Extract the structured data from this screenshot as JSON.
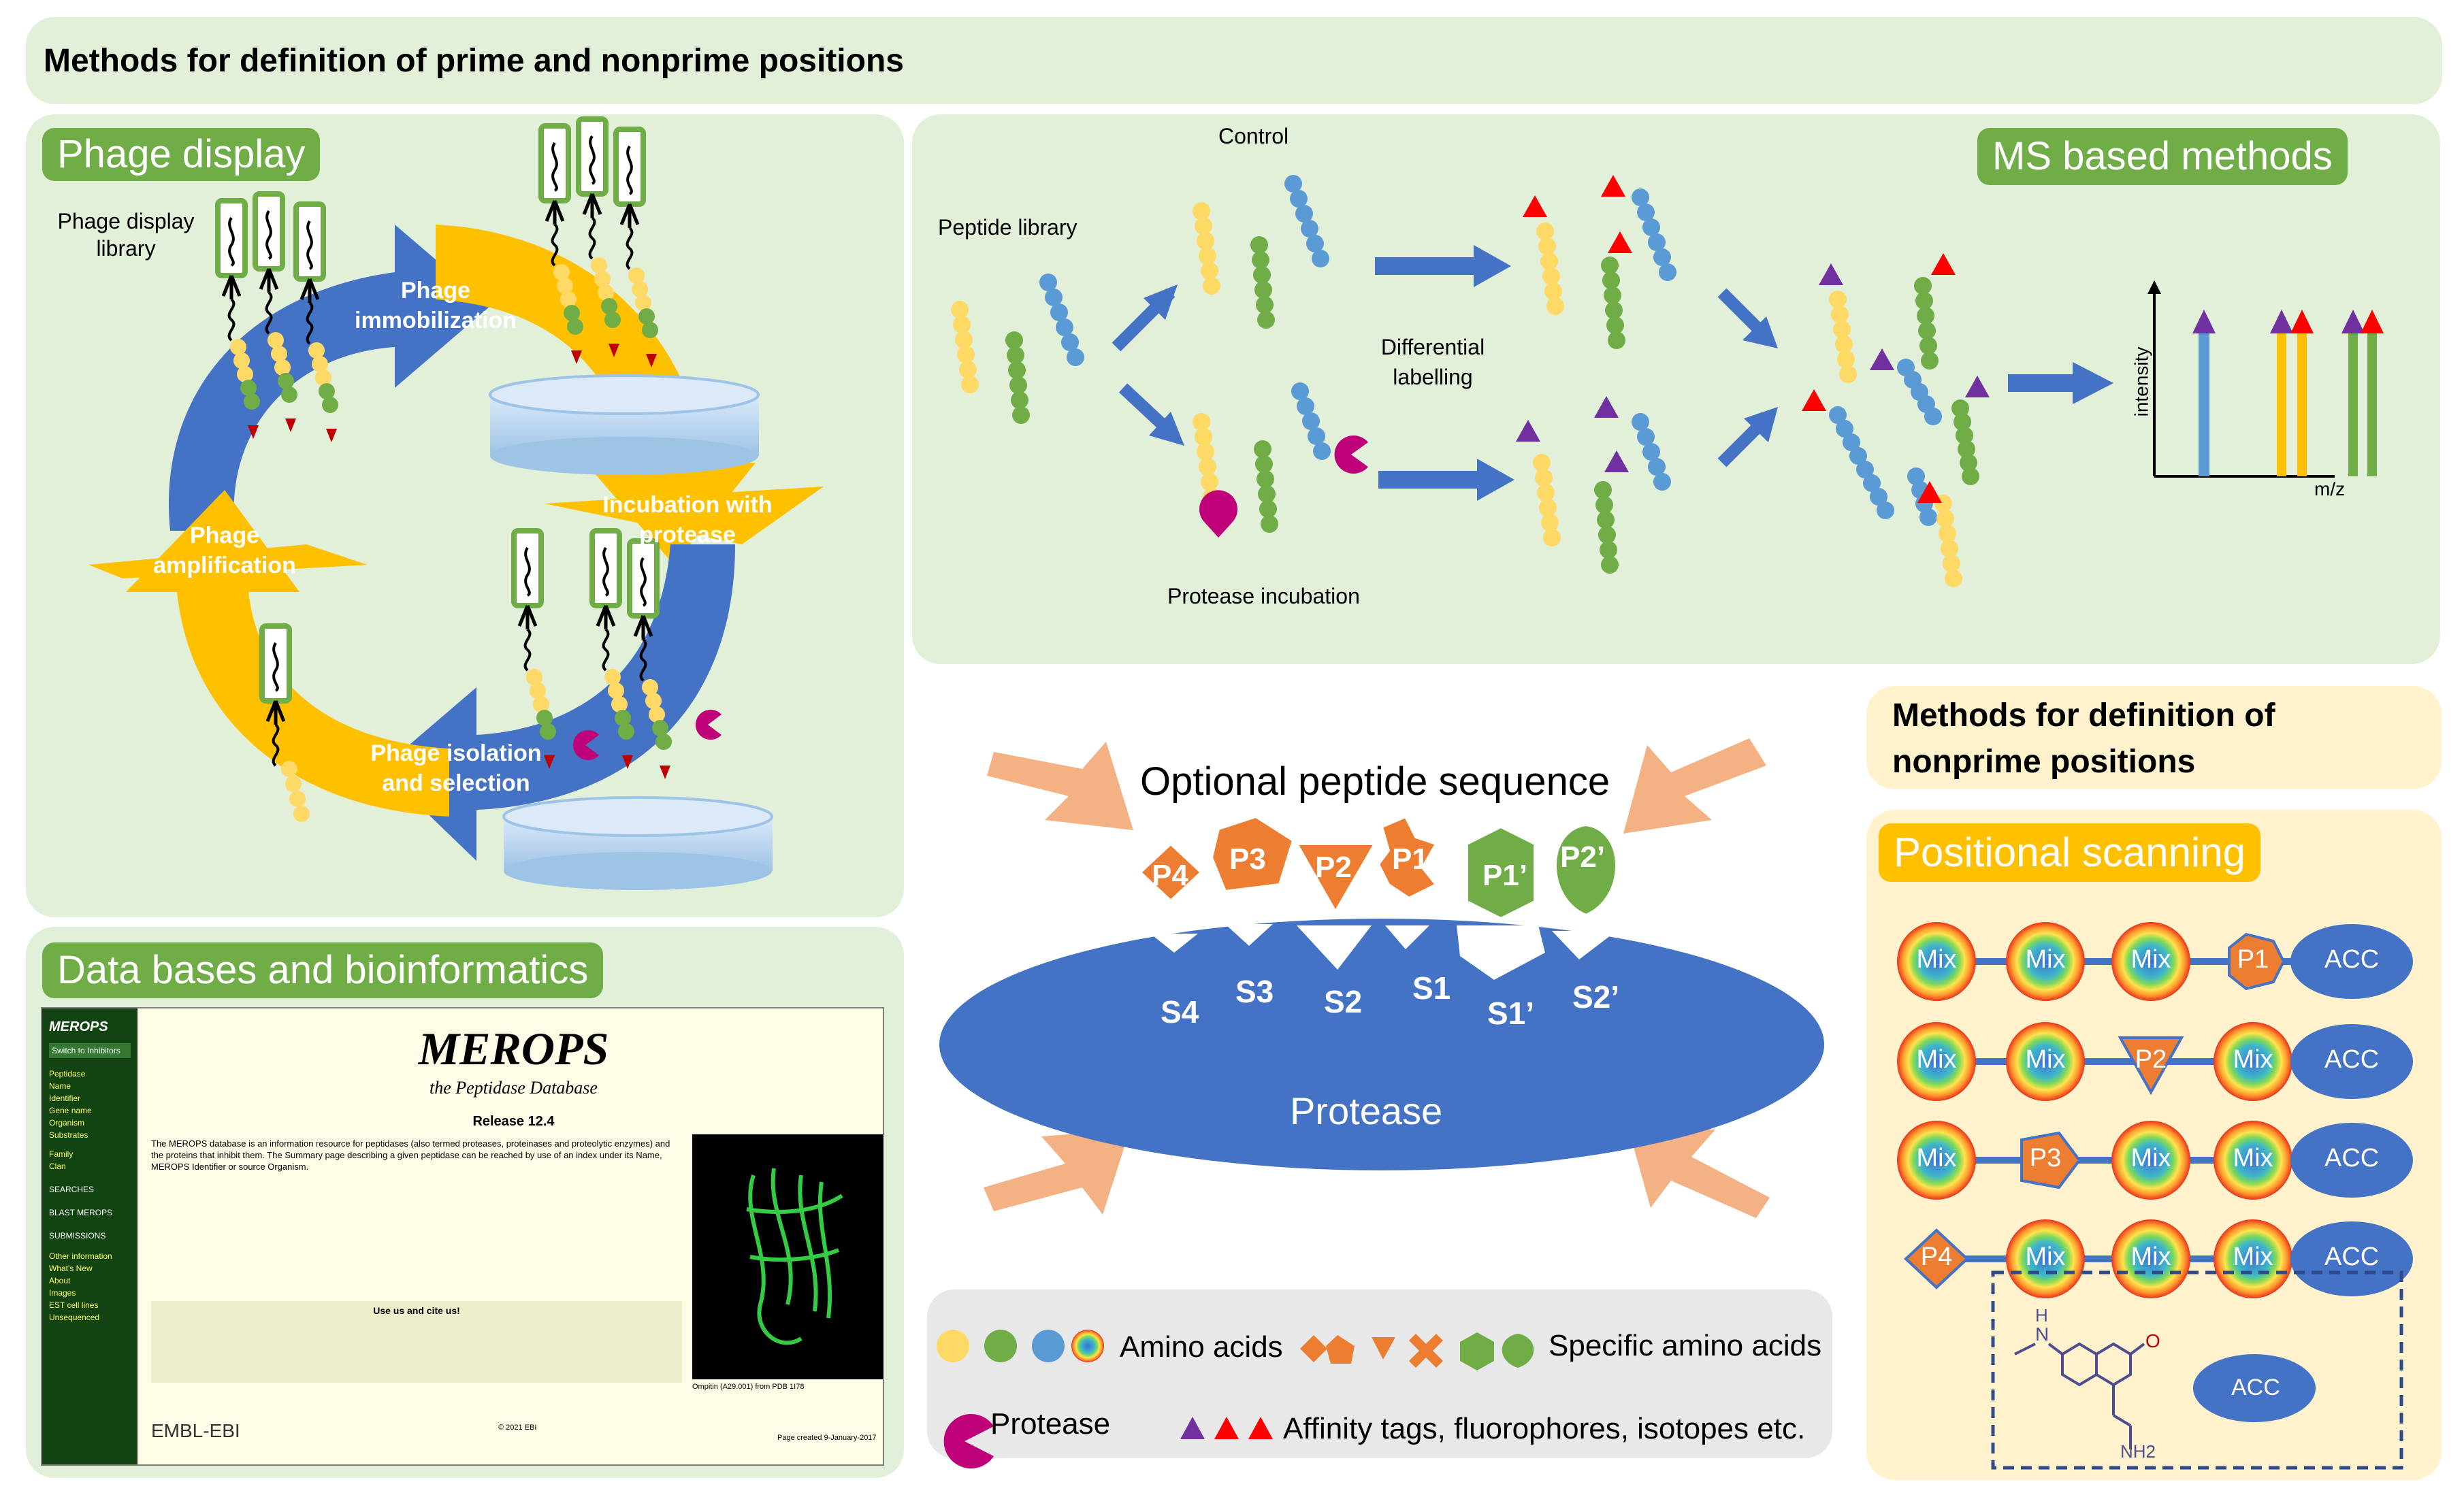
{
  "header": {
    "title": "Methods for definition of prime and nonprime positions"
  },
  "phage": {
    "tag": "Phage display",
    "library_label": "Phage display library",
    "immobilization": "Phage immobilization",
    "incubation": "Incubation with protease",
    "isolation": "Phage isolation and selection",
    "amplification": "Phage amplification"
  },
  "ms": {
    "tag": "MS based methods",
    "peptide_library": "Peptide library",
    "control": "Control",
    "differential": "Differential labelling",
    "protease_incubation": "Protease incubation",
    "ylabel": "intensity",
    "xlabel": "m/z"
  },
  "databases": {
    "tag": "Data bases and bioinformatics"
  },
  "merops": {
    "side_title": "MEROPS",
    "switch": "Switch to Inhibitors",
    "side_items": [
      "Peptidase",
      "Name",
      "Identifier",
      "Gene name",
      "Organism",
      "Substrates",
      "Family",
      "Clan",
      "SEARCHES",
      "BLAST MEROPS",
      "SUBMISSIONS",
      "Other information",
      "What's New",
      "About",
      "Images",
      "EST cell lines",
      "Unsequenced"
    ],
    "title": "MEROPS",
    "subtitle": "the Peptidase Database",
    "release": "Release 12.4",
    "paragraph": "The MEROPS database is an information resource for peptidases (also termed proteases, proteinases and proteolytic enzymes) and the proteins that inhibit them. The Summary page describing a given peptidase can be reached by use of an index under its Name, MEROPS Identifier or source Organism.",
    "cite_title": "Use us and cite us!",
    "footer_left": "EMBL-EBI",
    "footer_mid": "© 2021 EBI",
    "footer_right": "Page created 9-January-2017",
    "caption": "Ompitin (A29.001) from PDB 1I78"
  },
  "protease": {
    "optional_seq": "Optional peptide sequence",
    "label": "Protease",
    "positions": [
      "P4",
      "P3",
      "P2",
      "P1",
      "P1’",
      "P2’"
    ],
    "subsites": [
      "S4",
      "S3",
      "S2",
      "S1",
      "S1’",
      "S2’"
    ]
  },
  "legend": {
    "amino_acids": "Amino acids",
    "specific": "Specific amino acids",
    "protease": "Protease",
    "tags": "Affinity tags, fluorophores, isotopes etc."
  },
  "nonprime": {
    "title": "Methods for definition of nonprime positions",
    "scanning_tag": "Positional scanning",
    "mix": "Mix",
    "acc": "ACC",
    "rows": [
      [
        "Mix",
        "Mix",
        "Mix",
        "P1",
        "ACC"
      ],
      [
        "Mix",
        "Mix",
        "P2",
        "Mix",
        "ACC"
      ],
      [
        "Mix",
        "P3",
        "Mix",
        "Mix",
        "ACC"
      ],
      [
        "P4",
        "Mix",
        "Mix",
        "Mix",
        "ACC"
      ]
    ],
    "compound": {
      "acc": "ACC",
      "n": "N",
      "h": "H",
      "o": "O",
      "nh2": "NH2"
    }
  },
  "colors": {
    "panel_green": "#e2efd9",
    "panel_yellow": "#fff2cc",
    "tag_green": "#70ad47",
    "tag_gold": "#ffc000",
    "arrow_blue": "#4472c4",
    "arrow_gold": "#ffc000",
    "protease_blue": "#4472c4",
    "orange": "#ed7d31",
    "salmon": "#f4b183",
    "aa_yellow": "#ffd966",
    "aa_green": "#70ad47",
    "aa_blue": "#5b9bd5",
    "tag_purple": "#7030a0",
    "tag_red": "#ff0000",
    "magenta": "#c00078"
  }
}
